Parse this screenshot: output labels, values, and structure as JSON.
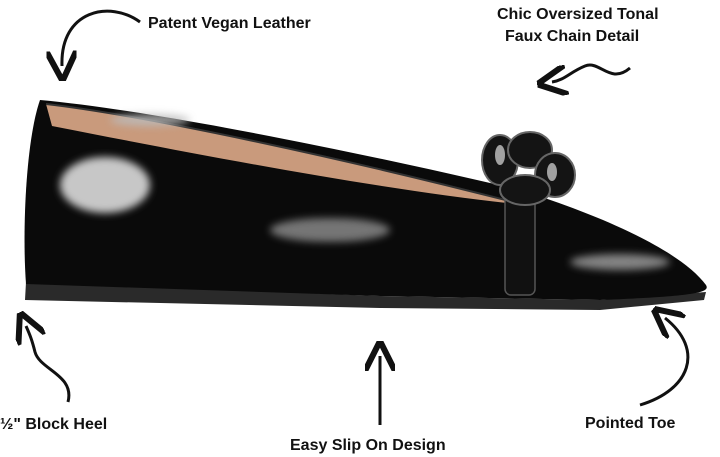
{
  "labels": {
    "top_left": "Patent Vegan Leather",
    "top_right_line1": "Chic Oversized Tonal",
    "top_right_line2": "Faux Chain Detail",
    "bottom_left": "½\" Block Heel",
    "bottom_center": "Easy Slip On Design",
    "bottom_right": "Pointed Toe"
  },
  "colors": {
    "shoe": "#0a0a0a",
    "lining": "#c99a7c",
    "sole": "#2a2a2a",
    "text": "#111111"
  },
  "icons": [
    "curly-arrow-icon"
  ]
}
